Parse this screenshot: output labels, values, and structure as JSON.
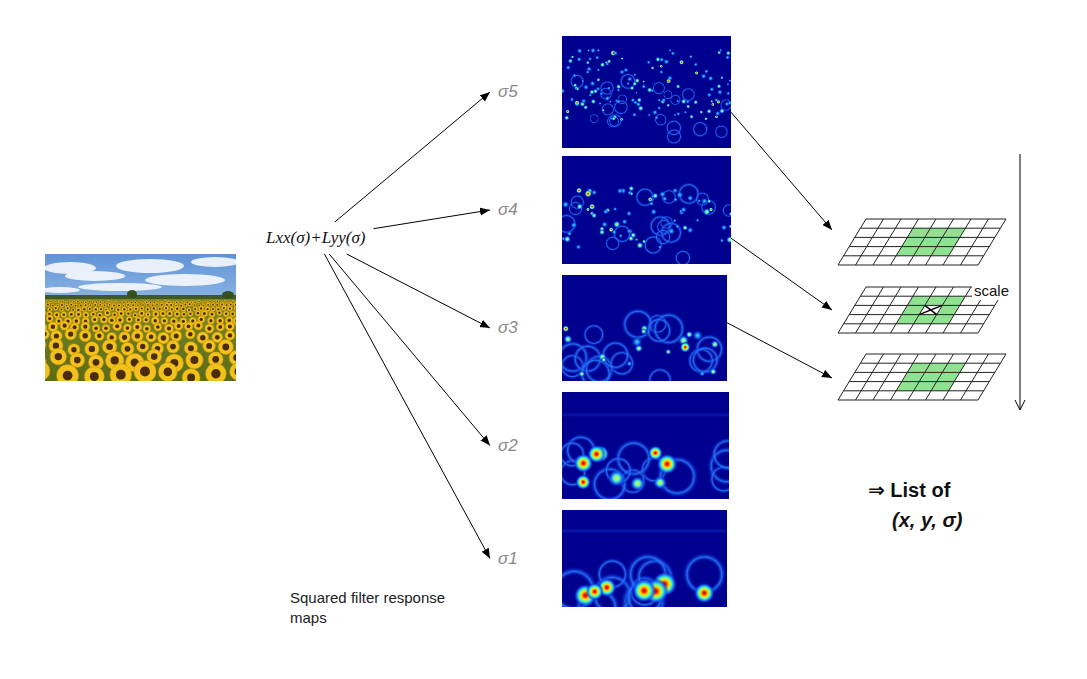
{
  "diagram": {
    "nodes": [
      {
        "text": [
          "Lxx(σ)+Lyy(σ)"
        ]
      },
      {
        "text": [
          "σ5"
        ]
      },
      {
        "text": [
          "σ4"
        ]
      },
      {
        "text": [
          "σ3"
        ]
      },
      {
        "text": [
          "σ2"
        ]
      },
      {
        "text": [
          "σ1"
        ]
      },
      {
        "text": [
          "scale"
        ]
      }
    ],
    "edges": [
      {
        "from": 0,
        "to": 1,
        "arrow": "to"
      },
      {
        "from": 0,
        "to": 2,
        "arrow": "to"
      },
      {
        "from": 0,
        "to": 3,
        "arrow": "to"
      },
      {
        "from": 0,
        "to": 4,
        "arrow": "to"
      },
      {
        "from": 0,
        "to": 5,
        "arrow": "to"
      },
      {
        "from": 1,
        "to": 6,
        "arrow": "to"
      },
      {
        "from": 2,
        "to": 6,
        "arrow": "to"
      },
      {
        "from": 3,
        "to": 6,
        "arrow": "to"
      }
    ],
    "labels": [
      "Squared filter response maps",
      "⇒ List of",
      "(x, y, σ)"
    ]
  }
}
